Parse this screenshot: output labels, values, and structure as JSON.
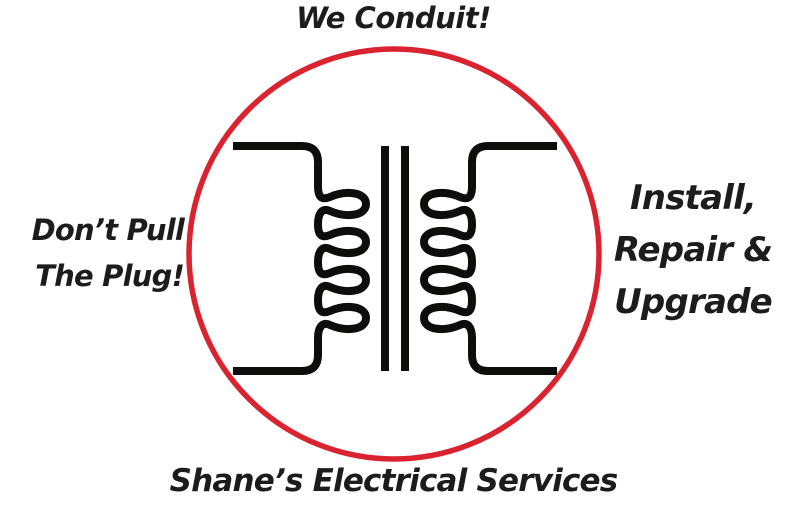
{
  "diagram": {
    "type": "transformer-symbol-logo",
    "ring_color": "#d9242f",
    "symbol_color": "#0d0d0b",
    "text_color": "#1e1b1c",
    "coil_turns_per_side": 4,
    "core_bars": 2
  },
  "labels": {
    "top": "We Conduit!",
    "left": [
      "Don’t Pull",
      "The Plug!"
    ],
    "right": [
      "Install,",
      "Repair &",
      "Upgrade"
    ],
    "bottom": "Shane’s Electrical Services"
  }
}
